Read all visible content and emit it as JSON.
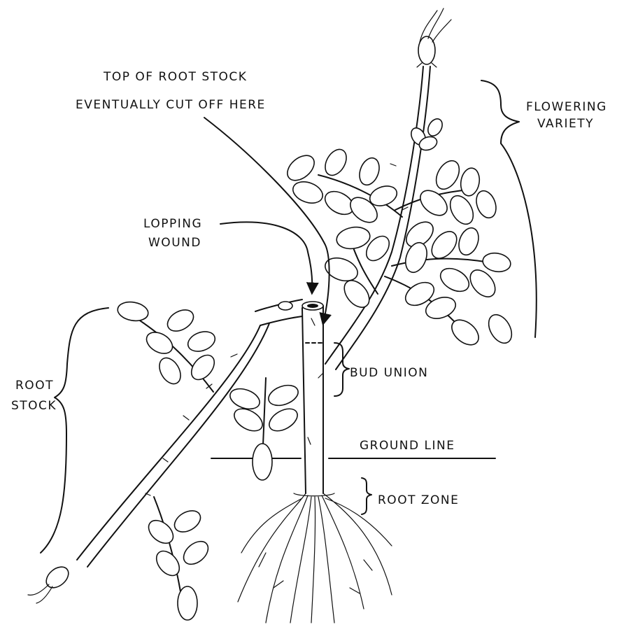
{
  "labels": {
    "top_cut_line1": "TOP OF ROOT STOCK",
    "top_cut_line2": "EVENTUALLY CUT OFF HERE",
    "flowering_line1": "FLOWERING",
    "flowering_line2": "VARIETY",
    "lopping_line1": "LOPPING",
    "lopping_line2": "WOUND",
    "bud_union": "BUD UNION",
    "root_stock_line1": "ROOT",
    "root_stock_line2": "STOCK",
    "ground_line": "GROUND LINE",
    "root_zone": "ROOT ZONE"
  }
}
